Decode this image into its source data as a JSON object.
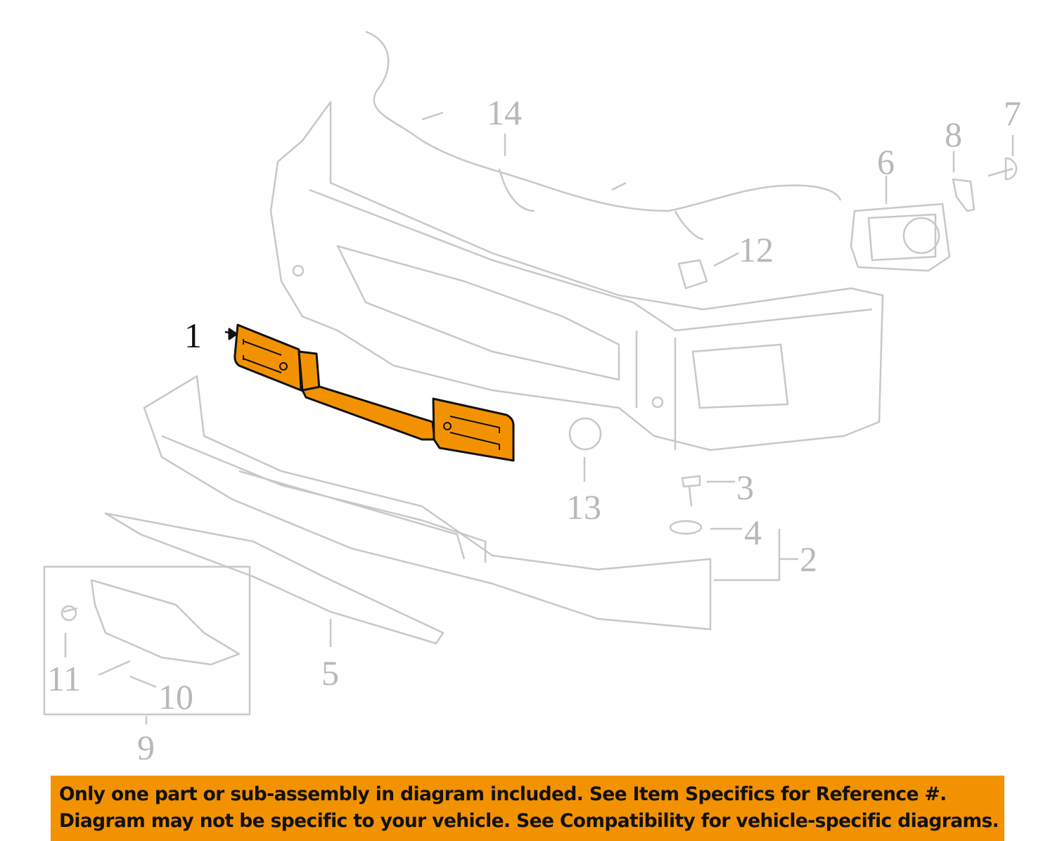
{
  "diagram": {
    "highlight_color": "#f39200",
    "callouts": [
      {
        "id": "1",
        "label": "1"
      },
      {
        "id": "2",
        "label": "2"
      },
      {
        "id": "3",
        "label": "3"
      },
      {
        "id": "4",
        "label": "4"
      },
      {
        "id": "5",
        "label": "5"
      },
      {
        "id": "6",
        "label": "6"
      },
      {
        "id": "7",
        "label": "7"
      },
      {
        "id": "8",
        "label": "8"
      },
      {
        "id": "9",
        "label": "9"
      },
      {
        "id": "10",
        "label": "10"
      },
      {
        "id": "11",
        "label": "11"
      },
      {
        "id": "12",
        "label": "12"
      },
      {
        "id": "13",
        "label": "13"
      },
      {
        "id": "14",
        "label": "14"
      }
    ]
  },
  "banner": {
    "line1": "Only one part or sub-assembly in diagram included. See Item Specifics for Reference #.",
    "line2": "Diagram may not be specific to your vehicle. See Compatibility for vehicle-specific diagrams."
  }
}
